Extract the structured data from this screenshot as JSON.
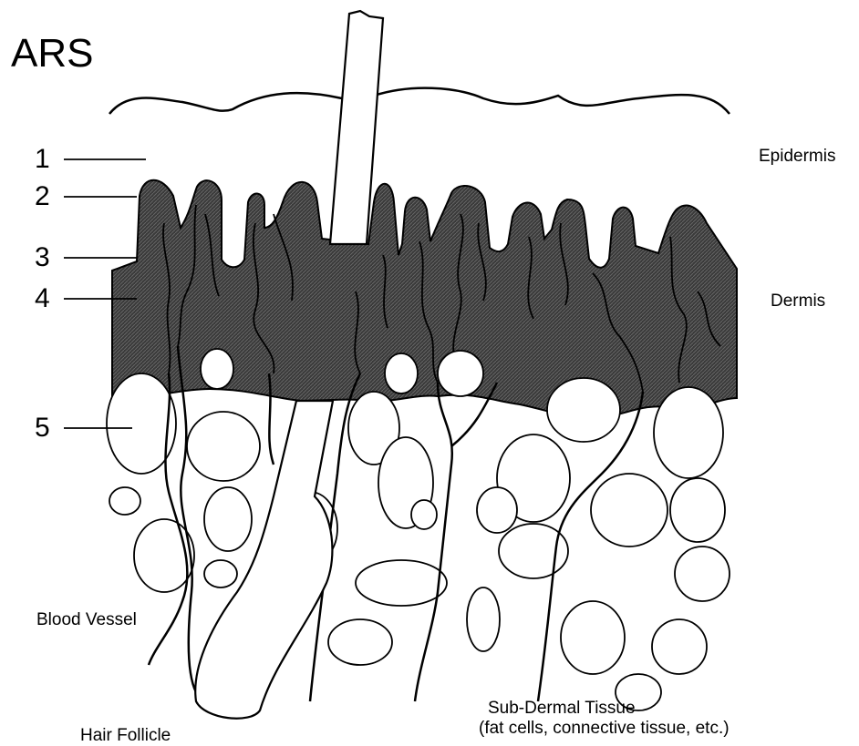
{
  "title": "ARS",
  "layer_numbers": [
    "1",
    "2",
    "3",
    "4",
    "5"
  ],
  "regions": {
    "epidermis": "Epidermis",
    "dermis": "Dermis"
  },
  "annotations": {
    "blood_vessel": "Blood Vessel",
    "hair_follicle": "Hair Follicle",
    "sub_dermal_title": "Sub-Dermal Tissue",
    "sub_dermal_detail": "(fat cells, connective tissue, etc.)"
  },
  "colors": {
    "dermis_fill": "#3a3a3a",
    "line": "#000000",
    "background": "#ffffff"
  }
}
